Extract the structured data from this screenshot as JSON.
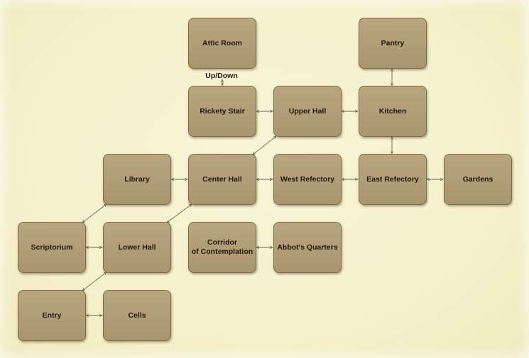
{
  "rooms": {
    "attic_room": "Attic Room",
    "pantry": "Pantry",
    "rickety_stair": "Rickety Stair",
    "upper_hall": "Upper Hall",
    "kitchen": "Kitchen",
    "library": "Library",
    "center_hall": "Center Hall",
    "west_refectory": "West Refectory",
    "east_refectory": "East Refectory",
    "gardens": "Gardens",
    "scriptorium": "Scriptorium",
    "lower_hall": "Lower Hall",
    "corridor": "Corridor\nof Contemplation",
    "abbots_quarters": "Abbot's Quarters",
    "entry": "Entry",
    "cells": "Cells"
  },
  "connections": {
    "attic_stair_label": "Up/Down"
  },
  "colors": {
    "background": "#f7f3cf",
    "room_fill": "#ad9a72",
    "room_border": "#7c6c4a",
    "connector": "#6f6148"
  }
}
